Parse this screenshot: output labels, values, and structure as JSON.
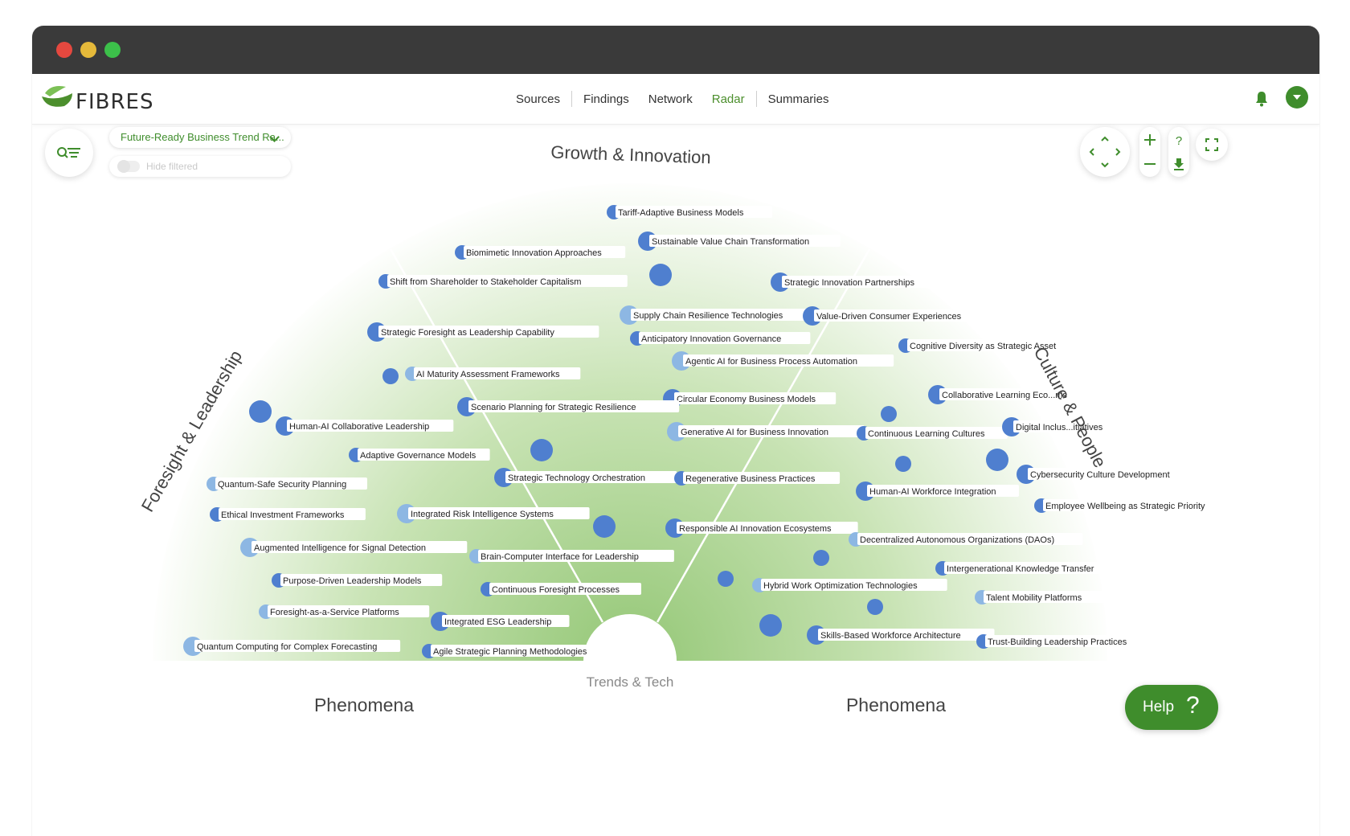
{
  "app": {
    "logo_text": "FIBRES"
  },
  "nav": {
    "items": [
      "Sources",
      "Findings",
      "Network",
      "Radar",
      "Summaries"
    ],
    "active": "Radar"
  },
  "controls": {
    "radar_select": "Future-Ready Business Trend Ra...",
    "hide_filtered": "Hide filtered",
    "help_label": "Help",
    "help_glyph": "?"
  },
  "radar": {
    "sector_labels": [
      "Foresight & Leadership",
      "Growth & Innovation",
      "Culture & People"
    ],
    "ring_labels": {
      "left": "Phenomena",
      "center": "Trends & Tech",
      "right": "Phenomena"
    },
    "colors": {
      "accent": "#4c8f2d",
      "dot_dark": "#4f7fcf",
      "dot_light": "#8db7e3",
      "fill_inner": "#94c776",
      "fill_outer": "#ffffff"
    },
    "labeled_items": [
      "Tariff-Adaptive Business Models",
      "Sustainable Value Chain Transformation",
      "Biomimetic Innovation Approaches",
      "Shift from Shareholder to Stakeholder Capitalism",
      "Strategic Innovation Partnerships",
      "Supply Chain Resilience Technologies",
      "Value-Driven Consumer Experiences",
      "Strategic Foresight as Leadership Capability",
      "Anticipatory Innovation Governance",
      "Cognitive Diversity as Strategic Asset",
      "Agentic AI for Business Process Automation",
      "AI Maturity Assessment Frameworks",
      "Circular Economy Business Models",
      "Collaborative Learning Ecosystems",
      "Scenario Planning for Strategic Resilience",
      "Human-AI Collaborative Leadership",
      "Generative AI for Business Innovation",
      "Continuous Learning Cultures",
      "Digital Inclusion Initiatives",
      "Adaptive Governance Models",
      "Strategic Technology Orchestration",
      "Regenerative Business Practices",
      "Cybersecurity Culture Development",
      "Quantum-Safe Security Planning",
      "Human-AI Workforce Integration",
      "Employee Wellbeing as Strategic Priority",
      "Ethical Investment Frameworks",
      "Integrated Risk Intelligence Systems",
      "Responsible AI Innovation Ecosystems",
      "Decentralized Autonomous Organizations (DAOs)",
      "Augmented Intelligence for Signal Detection",
      "Brain-Computer Interface for Leadership",
      "Intergenerational Knowledge Transfer",
      "Purpose-Driven Leadership Models",
      "Hybrid Work Optimization Technologies",
      "Continuous Foresight Processes",
      "Talent Mobility Platforms",
      "Foresight-as-a-Service Platforms",
      "Integrated ESG Leadership",
      "Skills-Based Workforce Architecture",
      "Trust-Building Leadership Practices",
      "Quantum Computing for Complex Forecasting",
      "Agile Strategic Planning Methodologies"
    ],
    "label_display": [
      "Tariff-Adaptive Business Models",
      "Sustainable Value Chain Transformation",
      "Biomimetic Innovation Approaches",
      "Shift from Shareholder to Stakeholder Capitalism",
      "Strategic Innovation Partnerships",
      "Supply Chain Resilience Technologies",
      "Value-Driven Consumer Experiences",
      "Strategic Foresight as Leadership Capability",
      "Anticipatory Innovation Governance",
      "Cognitive Diversity as Strategic Asset",
      "Agentic AI for Business Process Automation",
      "AI Maturity Assessment Frameworks",
      "Circular Economy Business Models",
      "Collaborative Learning Eco...ms",
      "Scenario Planning for Strategic Resilience",
      "Human-AI Collaborative Leadership",
      "Generative AI for Business Innovation",
      "Continuous Learning Cultures",
      "Digital Inclus...itiatives",
      "Adaptive Governance Models",
      "Strategic Technology Orchestration",
      "Regenerative Business Practices",
      "Cybersecurity Culture Development",
      "Quantum-Safe Security Planning",
      "Human-AI Workforce Integration",
      "Employee Wellbeing as Strategic Priority",
      "Ethical Investment Frameworks",
      "Integrated Risk Intelligence Systems",
      "Responsible AI Innovation Ecosystems",
      "Decentralized Autonomous Organizations (DAOs)",
      "Augmented Intelligence for Signal Detection",
      "Brain-Computer Interface for Leadership",
      "Intergenerational Knowledge Transfer",
      "Purpose-Driven Leadership Models",
      "Hybrid Work Optimization Technologies",
      "Continuous Foresight Processes",
      "Talent Mobility Platforms",
      "Foresight-as-a-Service Platforms",
      "Integrated ESG Leadership",
      "Skills-Based Workforce Architecture",
      "Trust-Building Leadership Practices",
      "Quantum Computing for Complex Forecasting",
      "Agile Strategic Planning Methodologies"
    ]
  }
}
